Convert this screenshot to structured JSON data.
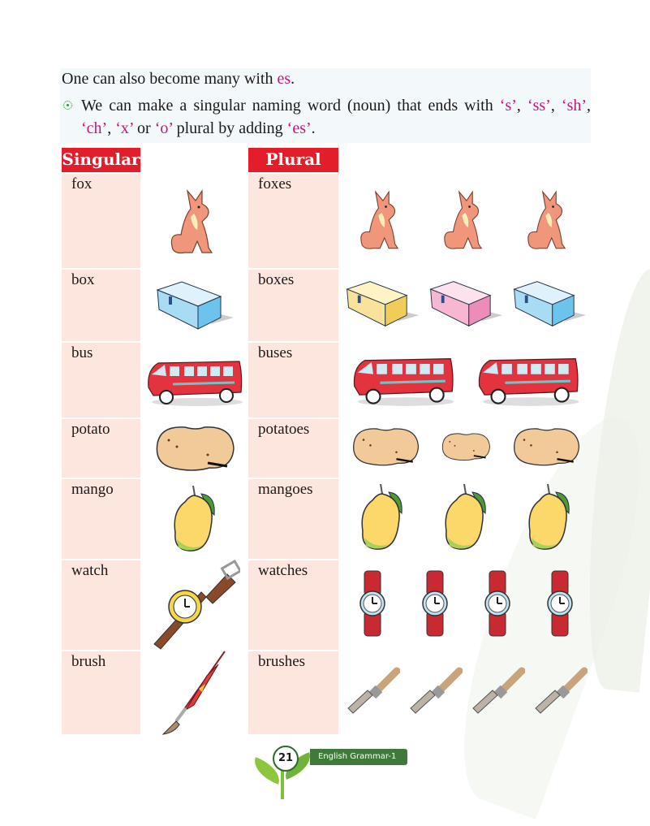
{
  "intro": {
    "title_prefix": "One can also become many with ",
    "title_highlight": "es",
    "title_suffix": ".",
    "bullet_parts": [
      {
        "text": "We can make a singular naming word (noun) that ends with ",
        "pink": false
      },
      {
        "text": "‘s’",
        "pink": true
      },
      {
        "text": ", ",
        "pink": false
      },
      {
        "text": "‘ss’",
        "pink": true
      },
      {
        "text": ", ",
        "pink": false
      },
      {
        "text": "‘sh’",
        "pink": true
      },
      {
        "text": ",  ",
        "pink": false
      },
      {
        "text": "‘ch’",
        "pink": true
      },
      {
        "text": ",  ",
        "pink": false
      },
      {
        "text": "‘x’",
        "pink": true
      },
      {
        "text": " or ",
        "pink": false
      },
      {
        "text": "‘o’",
        "pink": true
      },
      {
        "text": " plural by adding  ",
        "pink": false
      },
      {
        "text": "‘es’",
        "pink": true
      },
      {
        "text": ".",
        "pink": false
      }
    ]
  },
  "table": {
    "header_singular": "Singular",
    "header_plural": "Plural",
    "rows": [
      {
        "singular": "fox",
        "plural": "foxes",
        "icon": "fox-icon",
        "count": 3
      },
      {
        "singular": "box",
        "plural": "boxes",
        "icon": "box-icon",
        "count": 3
      },
      {
        "singular": "bus",
        "plural": "buses",
        "icon": "bus-icon",
        "count": 2
      },
      {
        "singular": "potato",
        "plural": "potatoes",
        "icon": "potato-icon",
        "count": 3
      },
      {
        "singular": "mango",
        "plural": "mangoes",
        "icon": "mango-icon",
        "count": 3
      },
      {
        "singular": "watch",
        "plural": "watches",
        "icon": "watch-icon",
        "count": 4
      },
      {
        "singular": "brush",
        "plural": "brushes",
        "icon": "brush-icon",
        "count": 4
      }
    ]
  },
  "footer": {
    "page_number": "21",
    "book_title": "English Grammar-1"
  },
  "colors": {
    "header_red": "#e31d2a",
    "cell_peach": "#fde6dd",
    "accent_pink": "#c2187a",
    "footer_green": "#3f7a3a"
  }
}
